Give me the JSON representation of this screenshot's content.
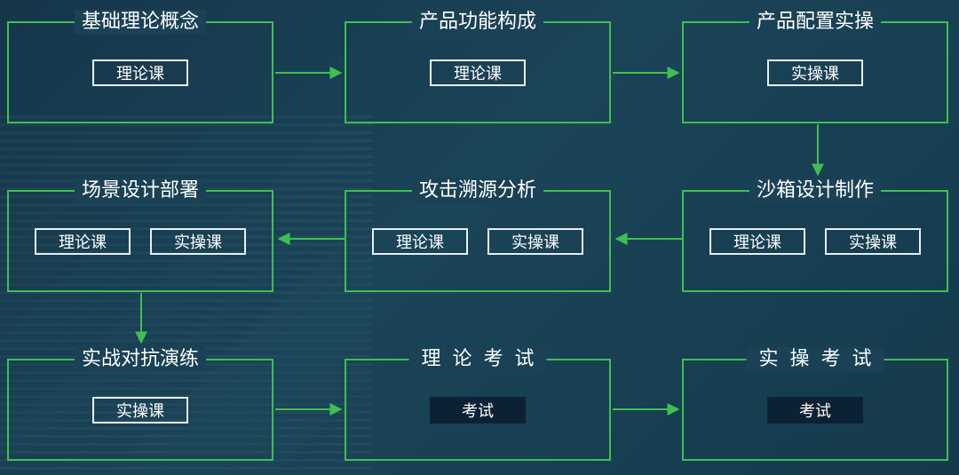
{
  "colors": {
    "connector": "#3fbf4f",
    "exam_tag_bg": "#0c2234",
    "tag_border": "#e7eef2"
  },
  "stages": [
    {
      "title": "基础理论概念",
      "tags": [
        "理论课"
      ]
    },
    {
      "title": "产品功能构成",
      "tags": [
        "理论课"
      ]
    },
    {
      "title": "产品配置实操",
      "tags": [
        "实操课"
      ]
    },
    {
      "title": "场景设计部署",
      "tags": [
        "理论课",
        "实操课"
      ]
    },
    {
      "title": "攻击溯源分析",
      "tags": [
        "理论课",
        "实操课"
      ]
    },
    {
      "title": "沙箱设计制作",
      "tags": [
        "理论课",
        "实操课"
      ]
    },
    {
      "title": "实战对抗演练",
      "tags": [
        "实操课"
      ]
    },
    {
      "title": "理论考试",
      "tags": [
        "考试"
      ]
    },
    {
      "title": "实操考试",
      "tags": [
        "考试"
      ]
    }
  ]
}
